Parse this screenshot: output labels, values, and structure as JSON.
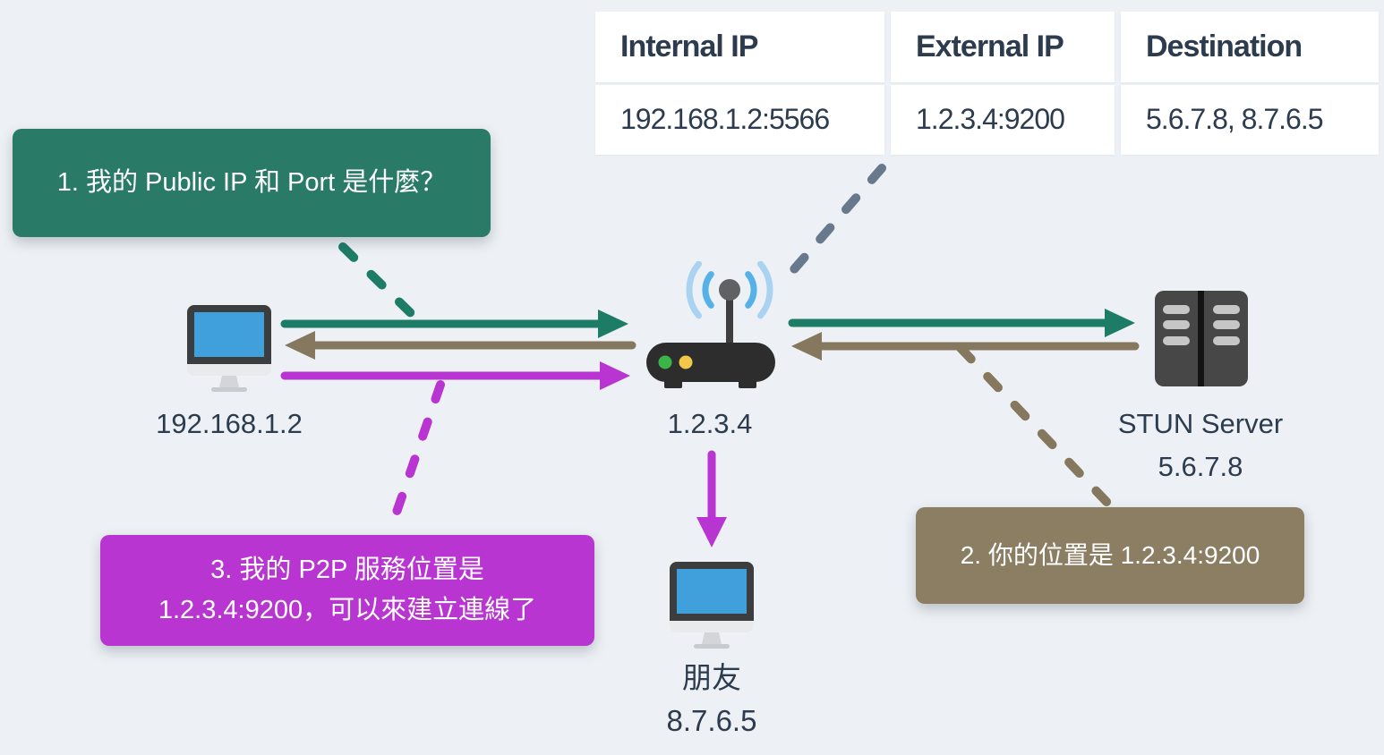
{
  "colors": {
    "background": "#EDF1F5",
    "text_navy": "#2C3B4E",
    "white": "#FFFFFF",
    "teal_box": "#2A7A68",
    "teal_arrow": "#1D7C66",
    "tan_box": "#8C7E63",
    "tan_arrow": "#85785E",
    "magenta": "#B935D1",
    "slate_dash": "#68798D",
    "cell_bg": "#FFFFFF",
    "screen_blue": "#3FA0DC",
    "device_dark": "#3C3D3E",
    "router_black": "#2E2D2E",
    "wifi_inner": "#55B1E8",
    "wifi_outer": "#A9D3F0",
    "led_green": "#3BB54A",
    "led_yellow": "#F2C84B",
    "server_gray": "#474747",
    "server_slot": "#C6C6C6"
  },
  "table": {
    "headers": [
      "Internal IP",
      "External IP",
      "Destination"
    ],
    "row": [
      "192.168.1.2:5566",
      "1.2.3.4:9200",
      "5.6.7.8, 8.7.6.5"
    ]
  },
  "callouts": {
    "step1": "1. 我的 Public IP 和 Port 是什麼？",
    "step2": "2. 你的位置是 1.2.3.4:9200",
    "step3_line1": "3. 我的 P2P 服務位置是",
    "step3_line2": "1.2.3.4:9200，可以來建立連線了"
  },
  "nodes": {
    "client": {
      "label": "192.168.1.2"
    },
    "router": {
      "label": "1.2.3.4"
    },
    "stun_server": {
      "name": "STUN Server",
      "ip": "5.6.7.8"
    },
    "friend": {
      "name": "朋友",
      "ip": "8.7.6.5"
    }
  }
}
